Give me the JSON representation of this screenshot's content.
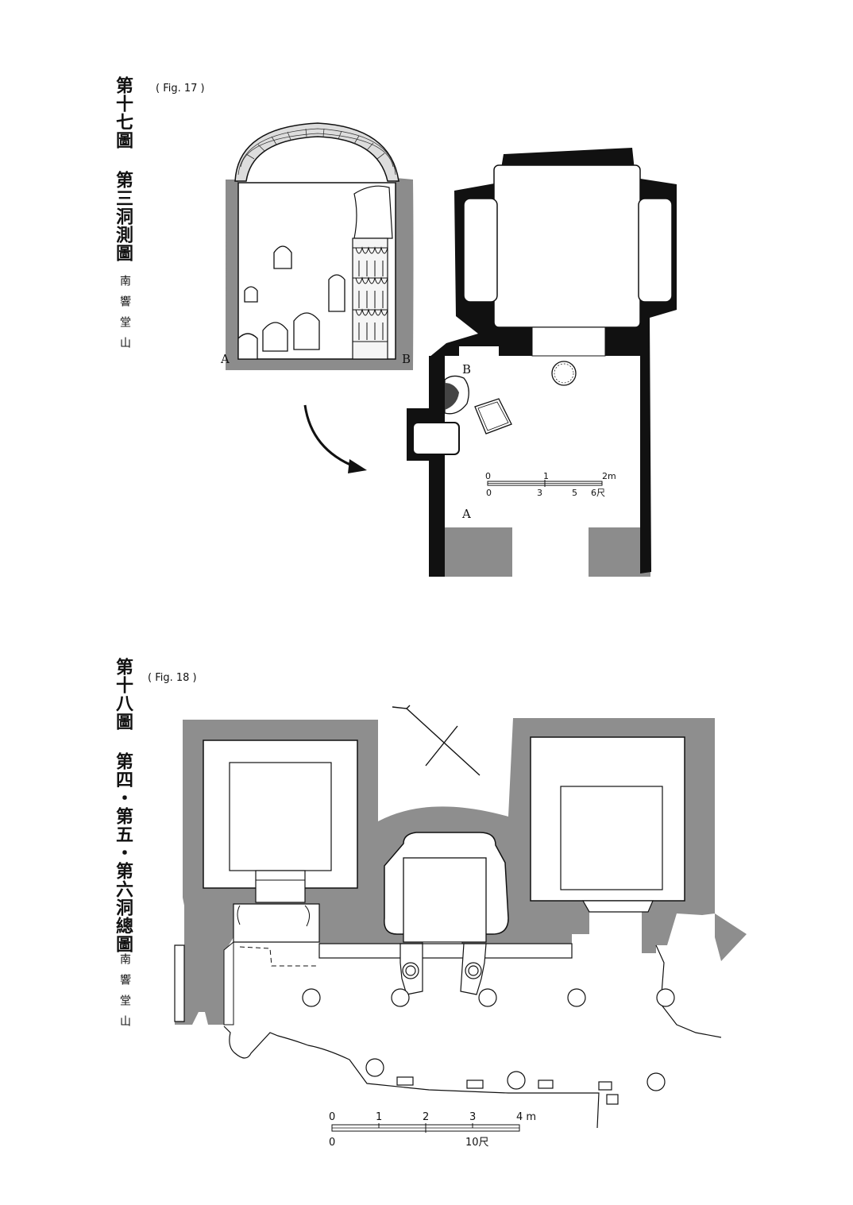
{
  "fig17": {
    "title": "第十七圖 第三洞測圖",
    "location": "南響堂山",
    "label": "( Fig. 17 )",
    "points": {
      "a": "A",
      "b": "B"
    },
    "scale": {
      "metric": [
        "0",
        "1",
        "2m"
      ],
      "chi": [
        "0",
        "3",
        "5",
        "6尺"
      ]
    }
  },
  "fig18": {
    "title": "第十八圖 第四・第五・第六洞總圖",
    "location": "南響堂山",
    "label": "( Fig. 18 )",
    "scale": {
      "metric": [
        "0",
        "1",
        "2",
        "3",
        "4 m"
      ],
      "chi": [
        "0",
        "10尺"
      ]
    }
  }
}
